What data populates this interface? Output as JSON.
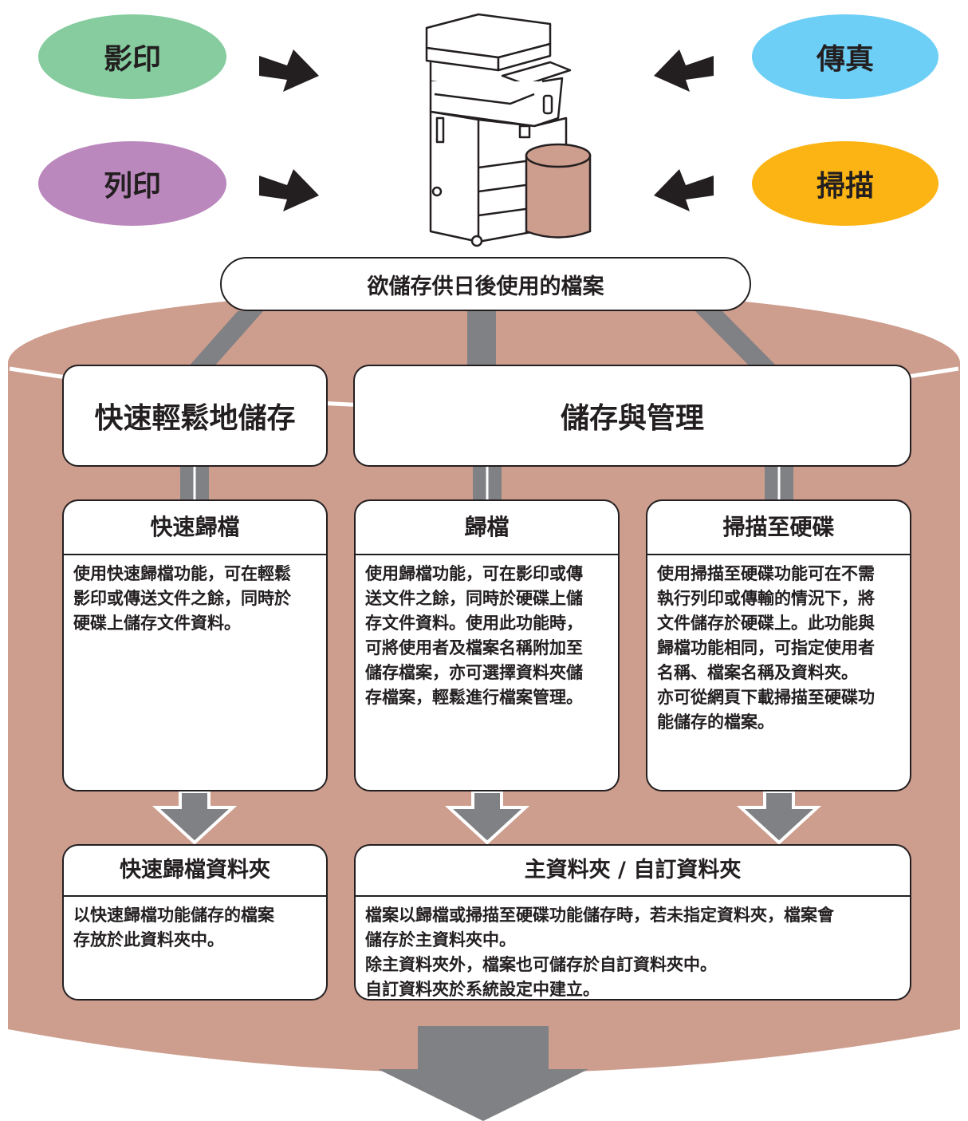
{
  "sources": [
    {
      "label": "影印",
      "color": "#86cc9f"
    },
    {
      "label": "列印",
      "color": "#bb88bd"
    },
    {
      "label": "傳真",
      "color": "#6ecff6"
    },
    {
      "label": "掃描",
      "color": "#fbb414"
    }
  ],
  "intro_label": "欲儲存供日後使用的檔案",
  "categories": {
    "quick": "快速輕鬆地儲存",
    "manage": "儲存與管理"
  },
  "features": [
    {
      "title": "快速歸檔",
      "body": "使用快速歸檔功能，可在輕鬆\n影印或傳送文件之餘，同時於\n硬碟上儲存文件資料。"
    },
    {
      "title": "歸檔",
      "body": "使用歸檔功能，可在影印或傳\n送文件之餘，同時於硬碟上儲\n存文件資料。使用此功能時，\n可將使用者及檔案名稱附加至\n儲存檔案，亦可選擇資料夾儲\n存檔案，輕鬆進行檔案管理。"
    },
    {
      "title": "掃描至硬碟",
      "body": "使用掃描至硬碟功能可在不需\n執行列印或傳輸的情況下，將\n文件儲存於硬碟上。此功能與\n歸檔功能相同，可指定使用者\n名稱、檔案名稱及資料夾。\n亦可從網頁下載掃描至硬碟功\n能儲存的檔案。"
    }
  ],
  "folders": [
    {
      "title": "快速歸檔資料夾",
      "body": "以快速歸檔功能儲存的檔案\n存放於此資料夾中。"
    },
    {
      "title": "主資料夾 / 自訂資料夾",
      "body": "檔案以歸檔或掃描至硬碟功能儲存時，若未指定資料夾，檔案會\n儲存於主資料夾中。\n除主資料夾外，檔案也可儲存於自訂資料夾中。\n自訂資料夾於系統設定中建立。"
    }
  ],
  "colors": {
    "cylinder": "#cd9d8e",
    "arrow": "#808184",
    "ink": "#231f20"
  }
}
